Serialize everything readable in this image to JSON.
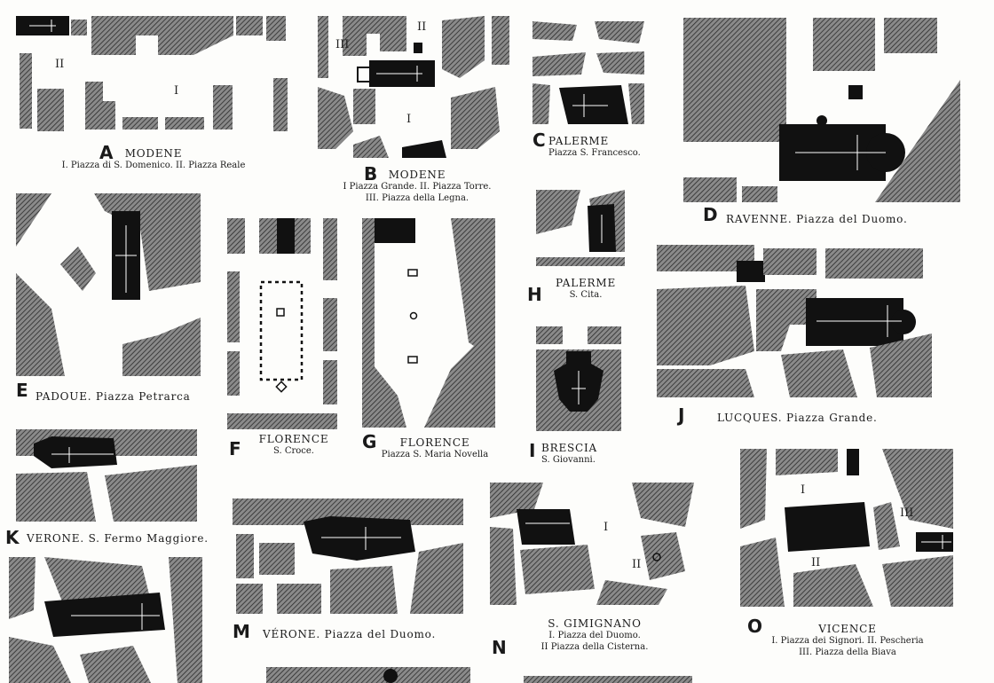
{
  "plans": {
    "A": {
      "letter": "A",
      "title": "MODENE",
      "subtitle": "I. Piazza di S. Domenico.   II. Piazza Reale",
      "labels": [
        "I",
        "II"
      ]
    },
    "B": {
      "letter": "B",
      "title": "MODENE",
      "subtitle": "I Piazza Grande. II. Piazza Torre.",
      "subtitle2": "III. Piazza della Legna.",
      "labels": [
        "I",
        "II",
        "III"
      ]
    },
    "C": {
      "letter": "C",
      "title": "PALERME",
      "subtitle": "Piazza S. Francesco."
    },
    "D": {
      "letter": "D",
      "title": "RAVENNE. Piazza del Duomo."
    },
    "E": {
      "letter": "E",
      "title": "PADOUE. Piazza Petrarca"
    },
    "F": {
      "letter": "F",
      "title": "FLORENCE",
      "subtitle": "S. Croce."
    },
    "G": {
      "letter": "G",
      "title": "FLORENCE",
      "subtitle": "Piazza S. Maria Novella"
    },
    "H": {
      "letter": "H",
      "title": "PALERME",
      "subtitle": "S. Cita."
    },
    "I": {
      "letter": "I",
      "title": "BRESCIA",
      "subtitle": "S. Giovanni."
    },
    "J": {
      "letter": "J",
      "title": "LUCQUES. Piazza Grande."
    },
    "K": {
      "letter": "K",
      "title": "VERONE. S. Fermo Maggiore."
    },
    "M": {
      "letter": "M",
      "title": "VÉRONE. Piazza del Duomo."
    },
    "N": {
      "letter": "N",
      "title": "S. GIMIGNANO",
      "subtitle": "I. Piazza del Duomo.",
      "subtitle2": "II Piazza della Cisterna.",
      "labels": [
        "I",
        "II"
      ]
    },
    "O": {
      "letter": "O",
      "title": "VICENCE",
      "subtitle": "I. Piazza dei Signori.   II. Pescheria",
      "subtitle2": "III. Piazza della Biava",
      "labels": [
        "I",
        "II",
        "III"
      ]
    }
  },
  "colors": {
    "building_hatch": "#6e6e6e",
    "church": "#111111",
    "paper": "#fdfdfb"
  }
}
